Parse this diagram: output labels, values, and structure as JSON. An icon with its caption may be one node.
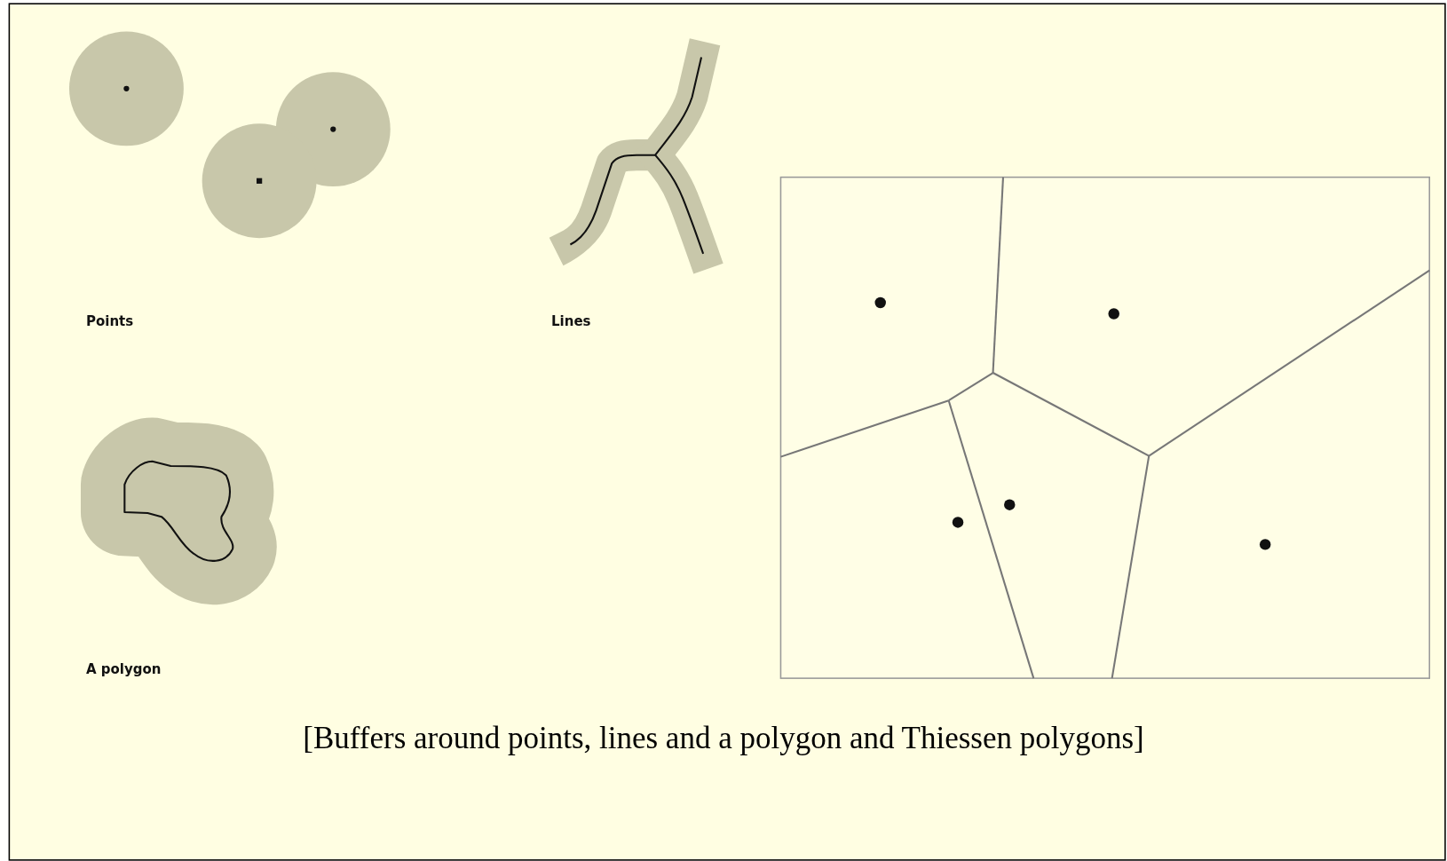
{
  "diagram": {
    "caption": "[Buffers around points, lines and a polygon and Thiessen polygons]",
    "labels": [
      "Points",
      "Lines",
      "A polygon"
    ]
  }
}
